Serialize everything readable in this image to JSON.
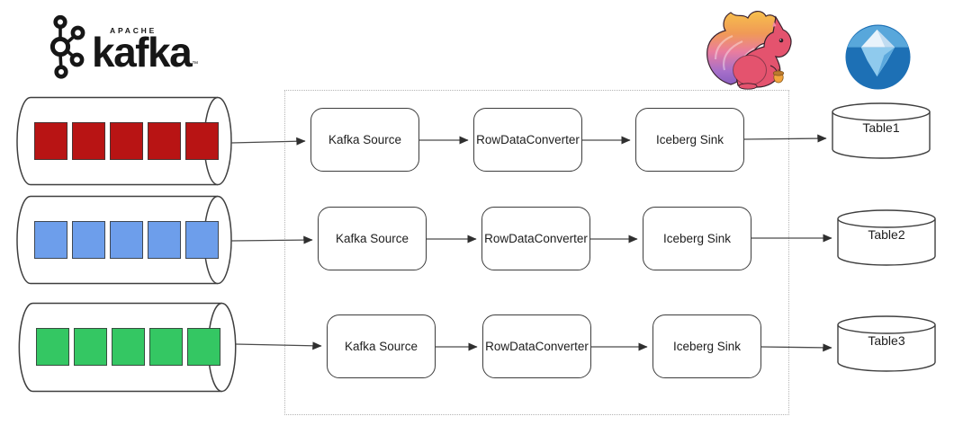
{
  "logos": {
    "kafka": {
      "apache_label": "APACHE",
      "name_label": "kafka",
      "trademark": "™",
      "color": "#161616"
    },
    "flink": {
      "icon": "flink-squirrel-icon",
      "body_color": "#e4536e",
      "tail_colors": [
        "#f7c04c",
        "#ea7d9e",
        "#8a5fc0"
      ]
    },
    "iceberg": {
      "icon": "iceberg-logo-icon",
      "circle_color": "#1d70b5",
      "cap_color": "#58a7db"
    }
  },
  "topics": [
    {
      "color": "#b81414",
      "messages": 5
    },
    {
      "color": "#6d9eeb",
      "messages": 5
    },
    {
      "color": "#34c763",
      "messages": 5
    }
  ],
  "pipelines": [
    {
      "source": "Kafka Source",
      "converter": "RowDataConverter",
      "sink": "Iceberg Sink",
      "table": "Table1"
    },
    {
      "source": "Kafka Source",
      "converter": "RowDataConverter",
      "sink": "Iceberg Sink",
      "table": "Table2"
    },
    {
      "source": "Kafka Source",
      "converter": "RowDataConverter",
      "sink": "Iceberg Sink",
      "table": "Table3"
    }
  ]
}
